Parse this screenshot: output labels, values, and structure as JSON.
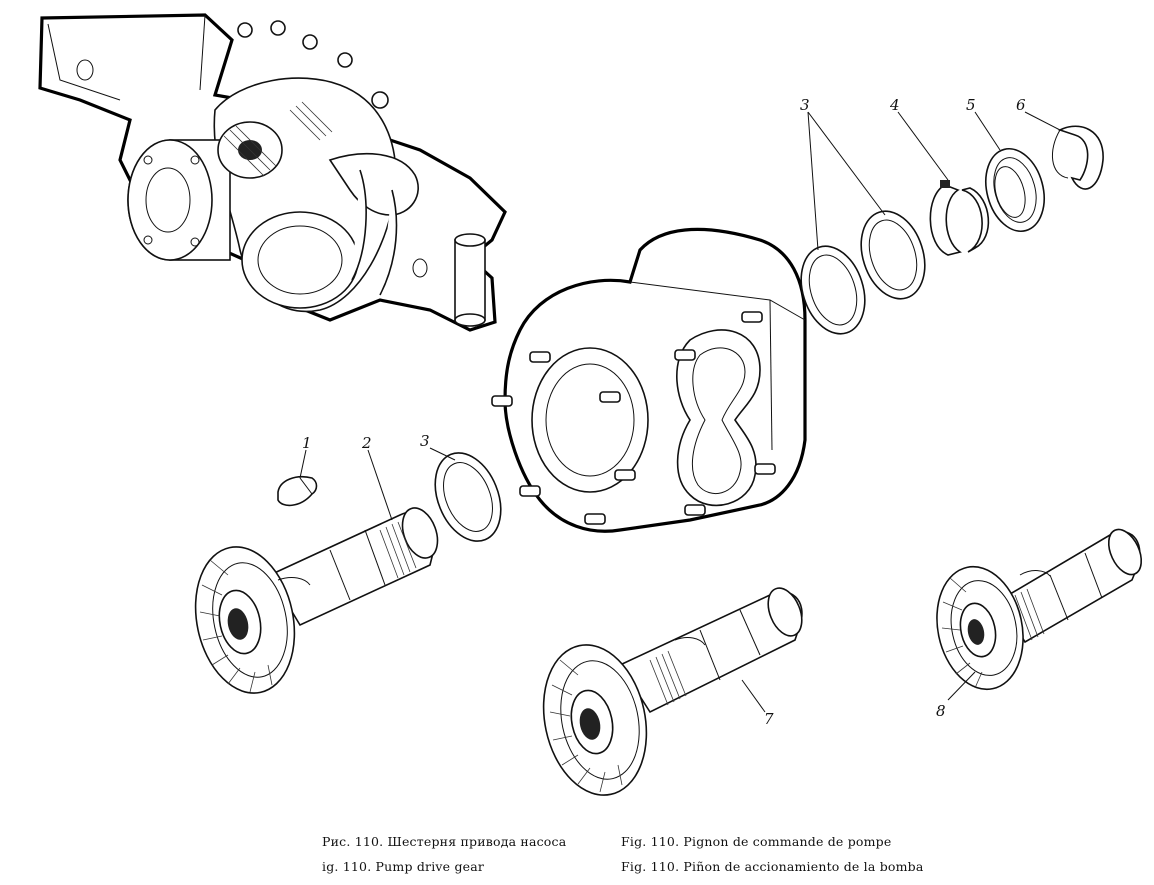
{
  "figure": {
    "callouts": [
      {
        "id": "1",
        "label": "1"
      },
      {
        "id": "2",
        "label": "2"
      },
      {
        "id": "3a",
        "label": "3"
      },
      {
        "id": "3b",
        "label": "3"
      },
      {
        "id": "4",
        "label": "4"
      },
      {
        "id": "5",
        "label": "5"
      },
      {
        "id": "6",
        "label": "6"
      },
      {
        "id": "7",
        "label": "7"
      },
      {
        "id": "8",
        "label": "8"
      }
    ],
    "captions": {
      "ru": "Рис. 110. Шестерня привода насоса",
      "en": "ig. 110. Pump drive gear",
      "fr": "Fig. 110. Pignon de commande de pompe",
      "es": "Fig. 110. Piñon de accionamiento de la bomba"
    }
  }
}
